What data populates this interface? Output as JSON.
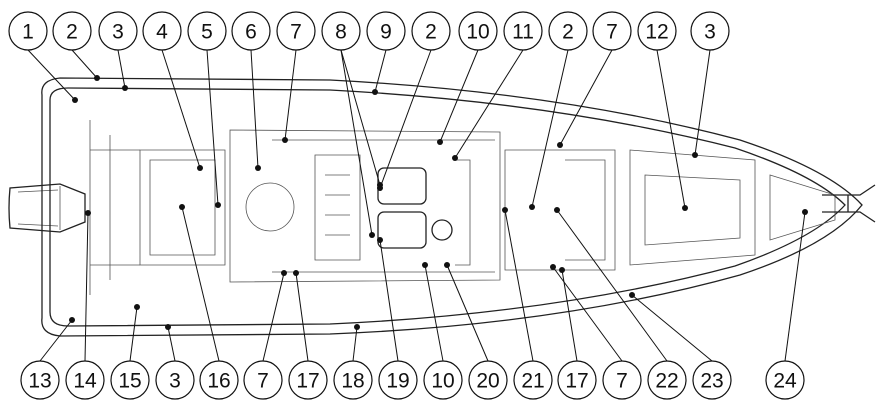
{
  "diagram": {
    "subject": "boat-top-view",
    "top_callouts": [
      "1",
      "2",
      "3",
      "4",
      "5",
      "6",
      "7",
      "8",
      "9",
      "2",
      "10",
      "11",
      "2",
      "7",
      "12",
      "3"
    ],
    "bottom_callouts": [
      "13",
      "14",
      "15",
      "3",
      "16",
      "7",
      "17",
      "18",
      "19",
      "10",
      "20",
      "21",
      "17",
      "7",
      "22",
      "23",
      "24"
    ]
  }
}
